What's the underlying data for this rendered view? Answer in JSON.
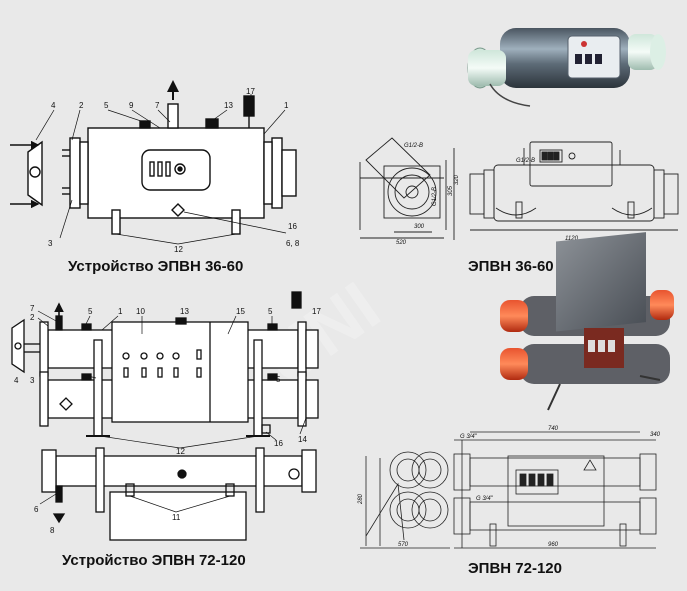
{
  "captions": {
    "top_left": "Устройство ЭПВН 36-60",
    "top_right": "ЭПВН 36-60",
    "bottom_left": "Устройство ЭПВН 72-120",
    "bottom_right": "ЭПВН 72-120"
  },
  "watermark": "UNI",
  "callouts_36_60": [
    "4",
    "2",
    "5",
    "9",
    "7",
    "13",
    "17",
    "1",
    "3",
    "12",
    "16",
    "6, 8"
  ],
  "callouts_72_120": [
    "7",
    "2",
    "4",
    "3",
    "5",
    "1",
    "10",
    "13",
    "15",
    "5",
    "17",
    "5",
    "12",
    "16",
    "14",
    "6",
    "8",
    "11"
  ],
  "dims_36_60": [
    "G1/2-B",
    "G1/2-B",
    "G1/2-B",
    "305",
    "320",
    "300",
    "520",
    "1120"
  ],
  "dims_72_120": [
    "G 3/4\"",
    "G 3/4\"",
    "340",
    "740",
    "960",
    "280",
    "570"
  ]
}
